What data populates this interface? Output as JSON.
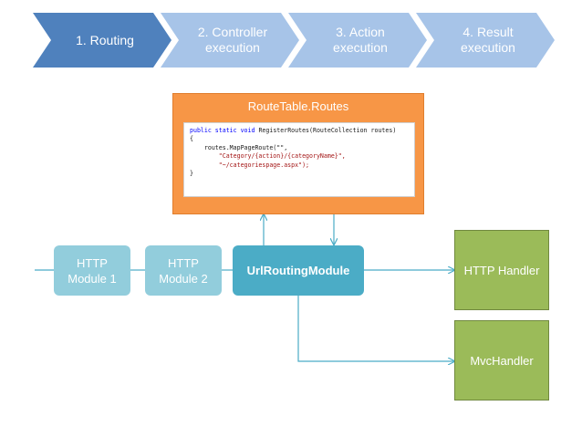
{
  "steps": [
    {
      "label": "1. Routing",
      "active": true
    },
    {
      "label": "2. Controller\nexecution",
      "active": false
    },
    {
      "label": "3. Action\nexecution",
      "active": false
    },
    {
      "label": "4. Result\nexecution",
      "active": false
    }
  ],
  "route_table": {
    "title": "RouteTable.Routes",
    "code": {
      "l1_kw": "public static void",
      "l1_rest": " RegisterRoutes(RouteCollection routes)",
      "l2": "{",
      "l3": "    routes.MapPageRoute(\"\",",
      "l4": "        \"Category/{action}/{categoryName}\",",
      "l5": "        \"~/categoriespage.aspx\");",
      "l6": "}"
    }
  },
  "modules": {
    "m1": "HTTP\nModule 1",
    "m2": "HTTP\nModule 2",
    "url_routing": "UrlRoutingModule"
  },
  "handlers": {
    "http_handler": "HTTP Handler",
    "mvc_handler": "MvcHandler"
  },
  "colors": {
    "chevron_active": "#4f81bd",
    "chevron_inactive": "#a7c4e8",
    "orange": "#f79646",
    "module_light": "#92cddc",
    "module_dark": "#4bacc6",
    "green": "#9bbb59",
    "connector": "#4bacc6"
  }
}
